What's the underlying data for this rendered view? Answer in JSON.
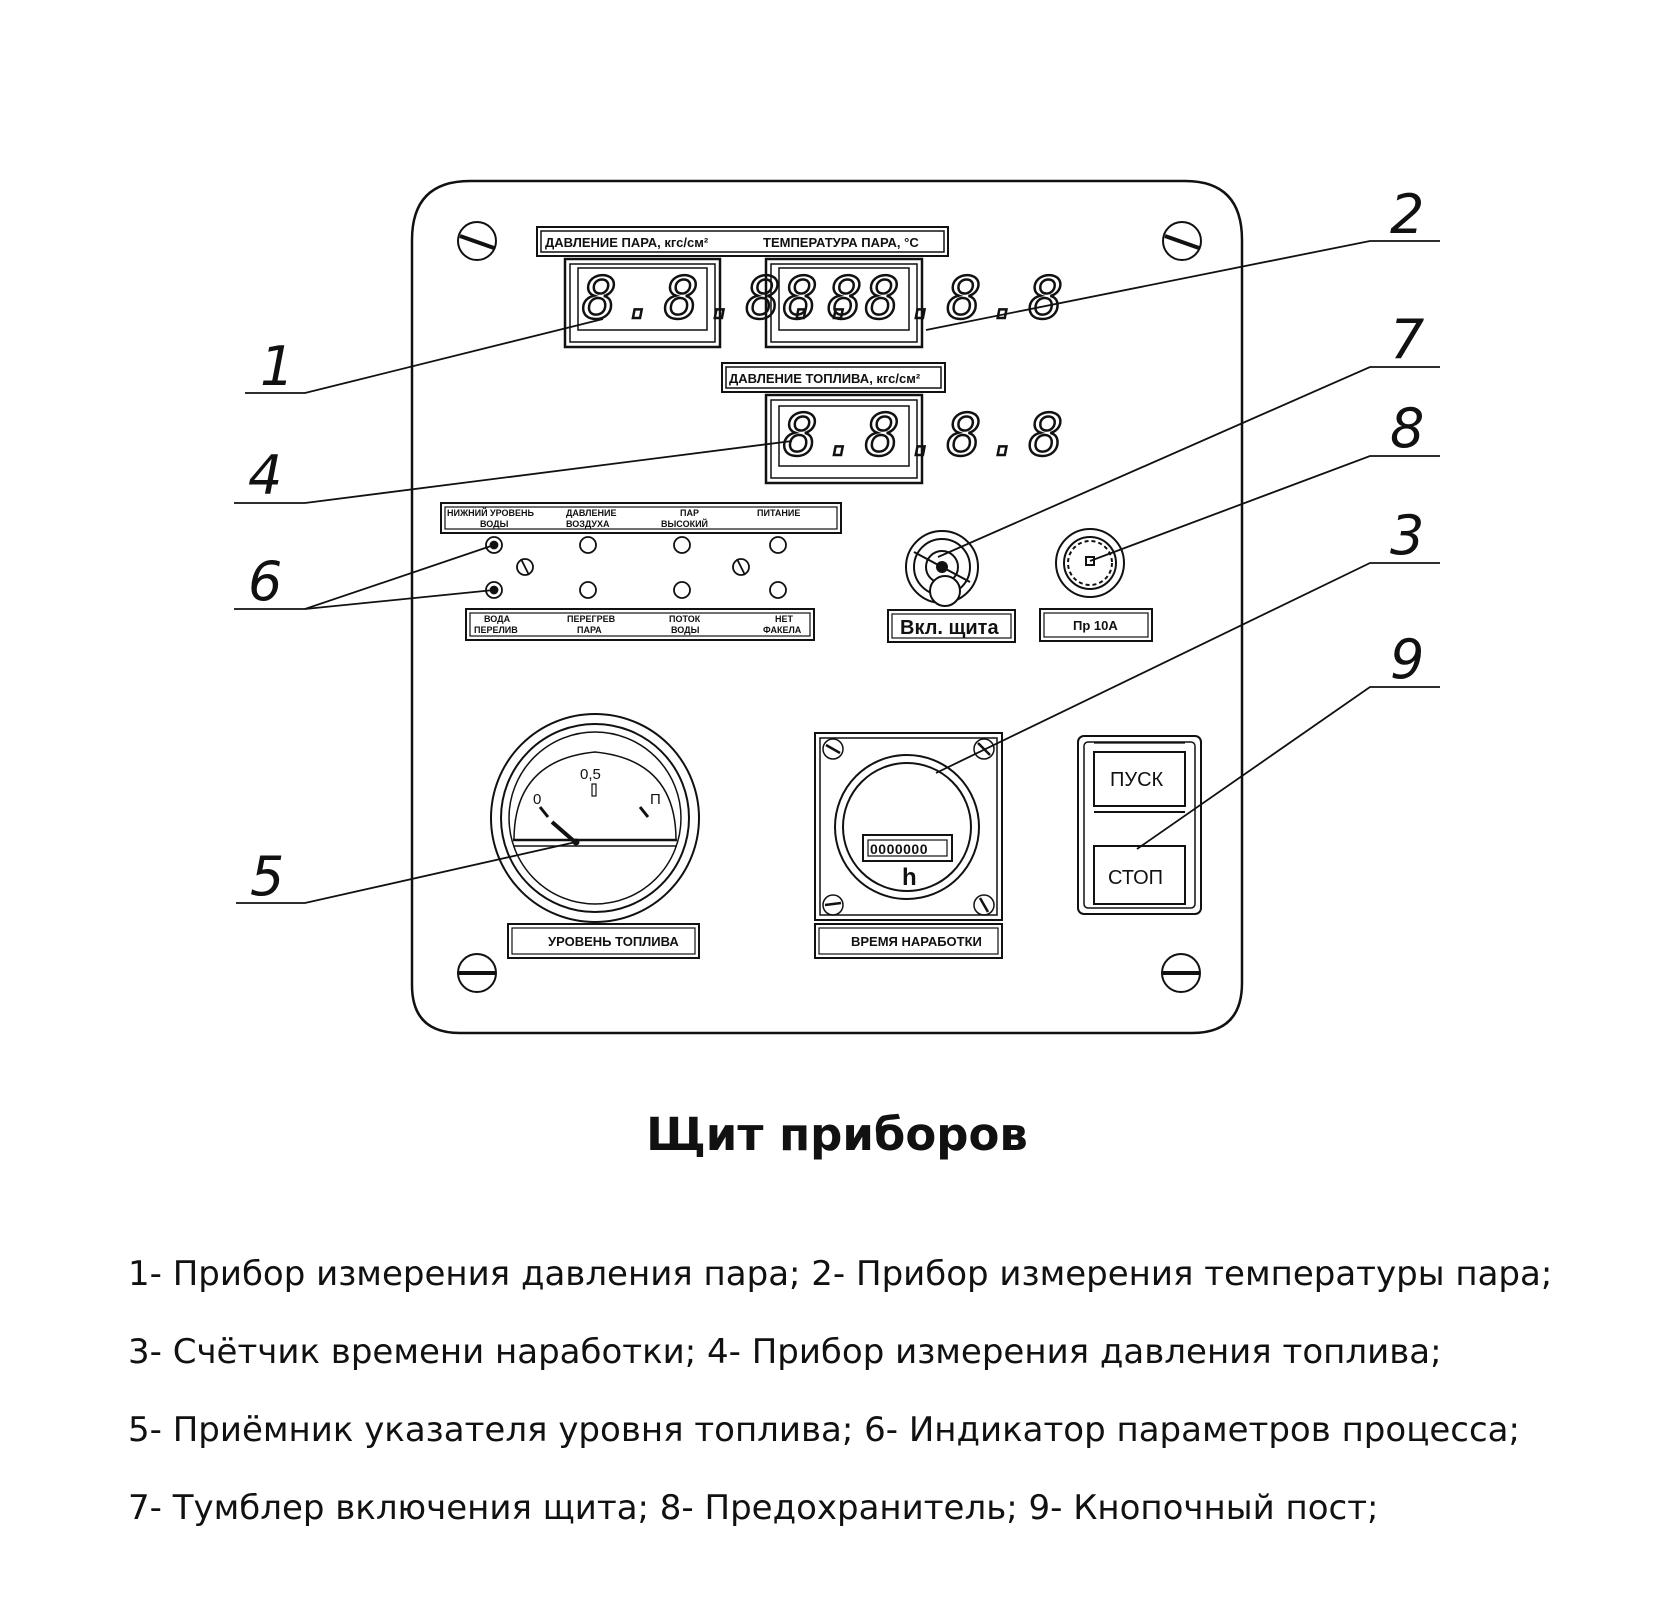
{
  "panel": {
    "steam_pressure_label": "ДАВЛЕНИЕ ПАРА, кгс/см²",
    "steam_temperature_label": "ТЕМПЕРАТУРА ПАРА, °С",
    "fuel_pressure_label": "ДАВЛЕНИЕ ТОПЛИВА, кгс/см²",
    "display_digits": "8.8.8.8",
    "indicator_top_labels": [
      [
        "НИЖНИЙ УРОВЕНЬ",
        "ВОДЫ"
      ],
      [
        "ДАВЛЕНИЕ",
        "ВОЗДУХА"
      ],
      [
        "ПАР",
        "ВЫСОКИЙ"
      ],
      [
        "ПИТАНИЕ",
        ""
      ]
    ],
    "indicator_bottom_labels": [
      [
        "ВОДА",
        "ПЕРЕЛИВ"
      ],
      [
        "ПЕРЕГРЕВ",
        "ПАРА"
      ],
      [
        "ПОТОК",
        "ВОДЫ"
      ],
      [
        "НЕТ",
        "ФАКЕЛА"
      ]
    ],
    "toggle_label": "Вкл. щита",
    "fuse_label": "Пр 10А",
    "fuel_gauge": {
      "scale_min": "0",
      "scale_mid": "0,5",
      "scale_max": "П",
      "label": "УРОВЕНЬ ТОПЛИВА"
    },
    "hour_meter": {
      "digits": "0000000",
      "unit": "h",
      "label": "ВРЕМЯ НАРАБОТКИ"
    },
    "start_button_label": "ПУСК",
    "stop_button_label": "СТОП"
  },
  "callouts": [
    "1",
    "2",
    "7",
    "8",
    "3",
    "4",
    "6",
    "9",
    "5"
  ],
  "caption": {
    "title": "Щит приборов",
    "lines": [
      "1- Прибор измерения давления пара; 2- Прибор измерения температуры пара;",
      "3- Счётчик времени наработки; 4- Прибор измерения давления топлива;",
      "5- Приёмник указателя уровня топлива; 6- Индикатор параметров процесса;",
      "7- Тумблер включения щита; 8- Предохранитель; 9- Кнопочный пост;"
    ]
  }
}
